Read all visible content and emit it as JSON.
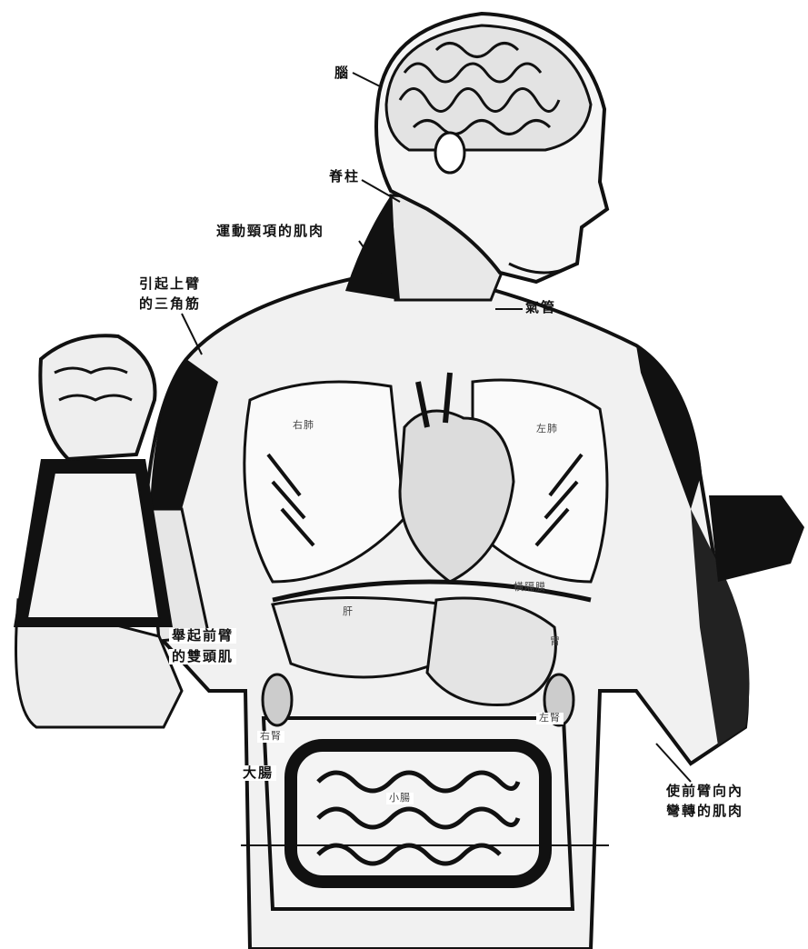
{
  "labels": {
    "brain": "腦",
    "spine": "脊柱",
    "neck_muscle": "運動頸項的肌肉",
    "deltoid_line1": "引起上臂",
    "deltoid_line2": "的三角筋",
    "trachea": "氣管",
    "right_lung": "右肺",
    "left_lung": "左肺",
    "liver_small": "肝",
    "diaphragm": "橫隔膜",
    "stomach": "胃",
    "biceps_line1": "舉起前臂",
    "biceps_line2": "的雙頭肌",
    "right_kidney": "右腎",
    "left_kidney": "左腎",
    "large_intestine": "大腸",
    "small_intestine": "小腸",
    "flexor_line1": "使前臂向內",
    "flexor_line2": "彎轉的肌肉"
  },
  "colors": {
    "ink": "#111111",
    "paper": "#ffffff"
  }
}
